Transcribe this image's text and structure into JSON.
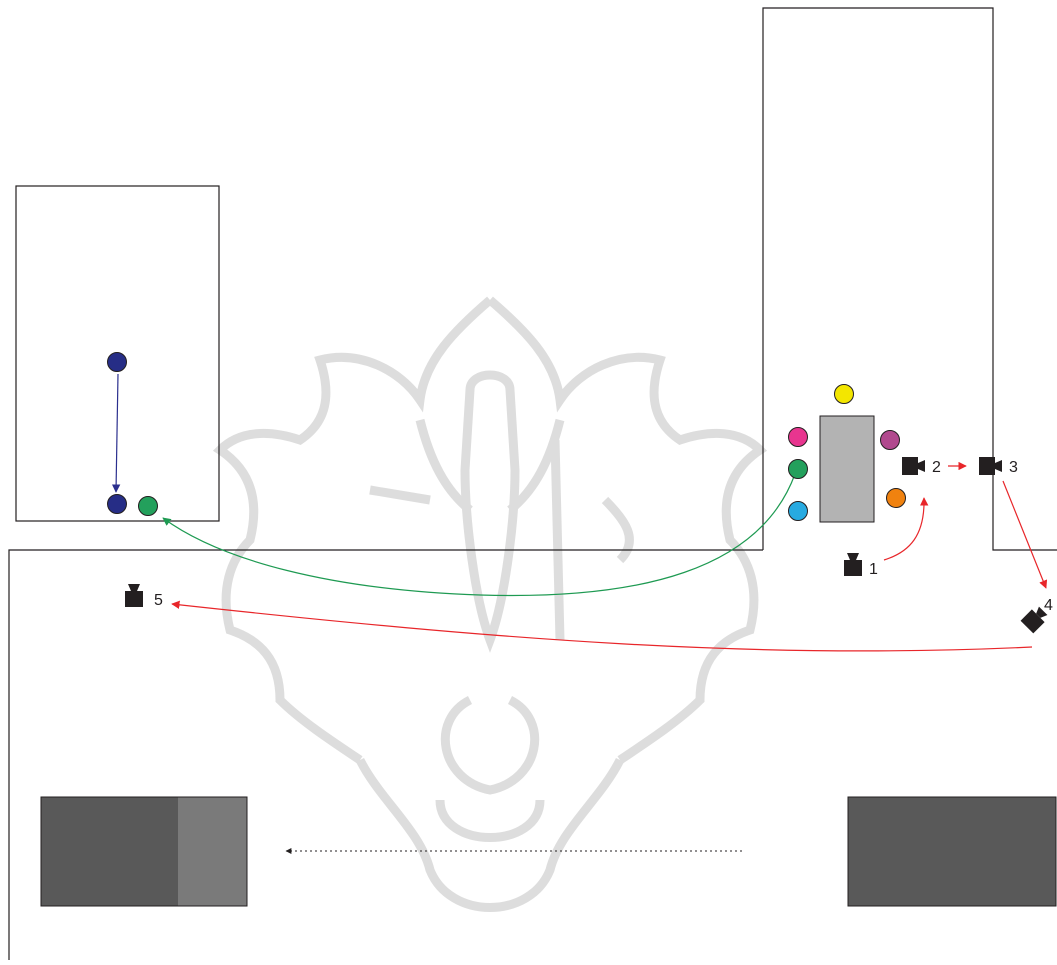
{
  "colors": {
    "wall": "#231f20",
    "table": "#b3b3b3",
    "camera": "#231f20",
    "camera_path": "#e8262a",
    "green_path": "#1e9a52",
    "blue_path": "#2b2f8e",
    "dark_block": "#595959",
    "mid_block": "#7a7a7a",
    "watermark": "#cfcfcf"
  },
  "people": [
    {
      "id": "yellow",
      "color": "#f3e600"
    },
    {
      "id": "magenta",
      "color": "#e8358f"
    },
    {
      "id": "purple",
      "color": "#b14a8e"
    },
    {
      "id": "green",
      "color": "#23a05c"
    },
    {
      "id": "orange",
      "color": "#f0820f"
    },
    {
      "id": "cyan",
      "color": "#27aae1"
    },
    {
      "id": "navy-start",
      "color": "#262d86"
    },
    {
      "id": "navy-end",
      "color": "#262d86"
    },
    {
      "id": "green-end",
      "color": "#23a05c"
    }
  ],
  "cameras": [
    {
      "label": "1",
      "icon": "camera-icon"
    },
    {
      "label": "2",
      "icon": "camera-icon"
    },
    {
      "label": "3",
      "icon": "camera-icon"
    },
    {
      "label": "4",
      "icon": "camera-icon"
    },
    {
      "label": "5",
      "icon": "camera-icon"
    }
  ],
  "watermark": {
    "icon": "university-emblem-icon"
  }
}
